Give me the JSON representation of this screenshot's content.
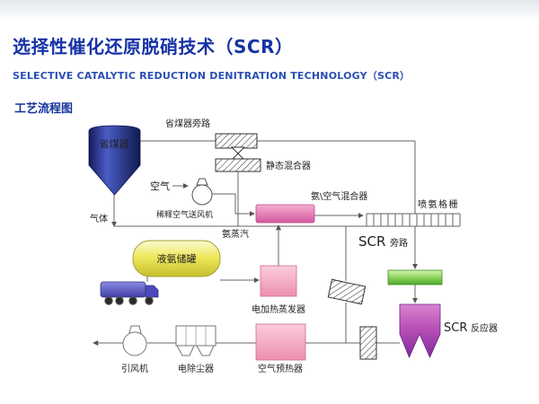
{
  "header": {
    "title": "选择性催化还原脱硝技术（SCR）",
    "subtitle": "SELECTIVE CATALYTIC REDUCTION DENITRATION TECHNOLOGY（SCR）",
    "section_label": "工艺流程图"
  },
  "diagram": {
    "labels": {
      "economizer": "省煤器",
      "economizer_bypass": "省煤器旁路",
      "static_mixer": "静态混合器",
      "air": "空气",
      "dilution_air_fan": "稀释空气送风机",
      "ammonia_air_mixer": "氨\\空气混合器",
      "ammonia_vapor": "氨蒸汽",
      "flue_gas": "气体",
      "ammonia_injection_grid": "喷氨格栅",
      "liquid_ammonia_tank": "液氨储罐",
      "electric_evaporator": "电加热蒸发器",
      "scr_abbr": "SCR",
      "scr_bypass": "旁路",
      "scr_reactor": "反应器",
      "air_preheater": "空气预热器",
      "esp": "电除尘器",
      "id_fan": "引风机"
    },
    "colors": {
      "title_blue": "#1733a6",
      "subtitle_blue": "#2a50b4",
      "economizer_blue": "#1d2a80",
      "tank_yellow": "#efe95e",
      "mixer_pink": "#e878b4",
      "evaporator_pink": "#f0a6c0",
      "catalyst_green": "#8ed45e",
      "reactor_purple": "#b54cb4",
      "truck_blue": "#5a59c8",
      "line_gray": "#666666"
    }
  }
}
